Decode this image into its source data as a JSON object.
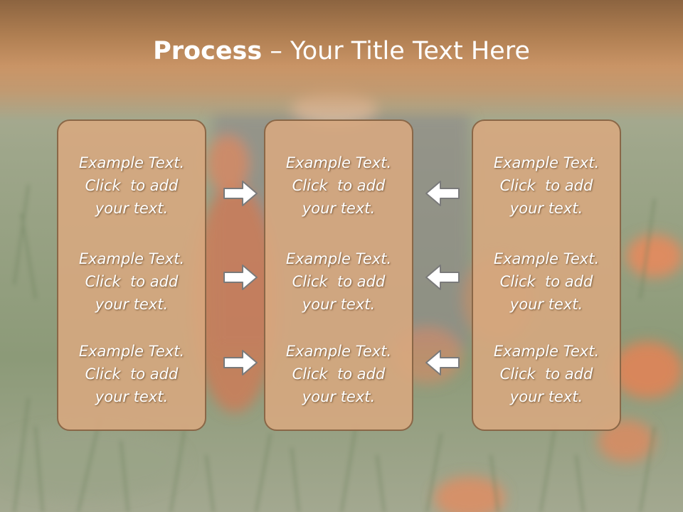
{
  "title": {
    "bold": "Process",
    "rest": " – Your Title Text Here"
  },
  "columns": [
    {
      "items": [
        {
          "l1": "Example Text.",
          "l2": "Click  to add",
          "l3": "your text."
        },
        {
          "l1": "Example Text.",
          "l2": "Click  to add",
          "l3": "your text."
        },
        {
          "l1": "Example Text.",
          "l2": "Click  to add",
          "l3": "your text."
        }
      ]
    },
    {
      "items": [
        {
          "l1": "Example Text.",
          "l2": "Click  to add",
          "l3": "your text."
        },
        {
          "l1": "Example Text.",
          "l2": "Click  to add",
          "l3": "your text."
        },
        {
          "l1": "Example Text.",
          "l2": "Click  to add",
          "l3": "your text."
        }
      ]
    },
    {
      "items": [
        {
          "l1": "Example Text.",
          "l2": "Click  to add",
          "l3": "your text."
        },
        {
          "l1": "Example Text.",
          "l2": "Click  to add",
          "l3": "your text."
        },
        {
          "l1": "Example Text.",
          "l2": "Click  to add",
          "l3": "your text."
        }
      ]
    }
  ],
  "icons": {
    "left_arrows": "arrow-right-icon",
    "right_arrows": "arrow-left-icon"
  },
  "colors": {
    "title_bar": "#c99466",
    "box_fill": "#d8a880",
    "box_border": "#8a6747",
    "arrow_fill": "#ffffff",
    "arrow_stroke": "#7a7a7a"
  }
}
